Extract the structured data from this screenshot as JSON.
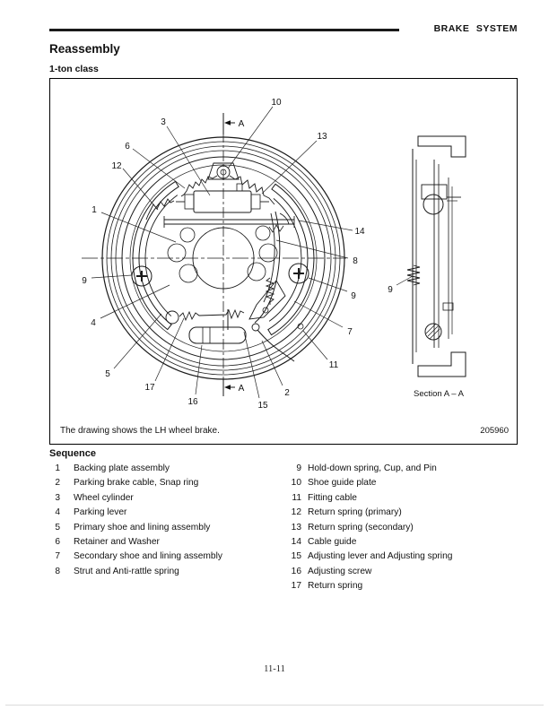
{
  "header": {
    "title": "BRAKE SYSTEM"
  },
  "headings": {
    "main": "Reassembly",
    "sub": "1-ton class"
  },
  "figure": {
    "caption": "The drawing shows the LH wheel brake.",
    "figure_number": "205960",
    "section_label": "Section A – A",
    "section_marker": "A",
    "callouts": {
      "n1": "1",
      "n2": "2",
      "n3": "3",
      "n4": "4",
      "n5": "5",
      "n6": "6",
      "n7": "7",
      "n8": "8",
      "n9": "9",
      "n10": "10",
      "n11": "11",
      "n12": "12",
      "n13": "13",
      "n14": "14",
      "n15": "15",
      "n16": "16",
      "n17": "17",
      "a": "A"
    }
  },
  "sequence": {
    "heading": "Sequence",
    "items": [
      {
        "num": "1",
        "label": "Backing plate assembly"
      },
      {
        "num": "2",
        "label": "Parking brake cable, Snap ring"
      },
      {
        "num": "3",
        "label": "Wheel cylinder"
      },
      {
        "num": "4",
        "label": "Parking lever"
      },
      {
        "num": "5",
        "label": "Primary shoe and lining assembly"
      },
      {
        "num": "6",
        "label": "Retainer and Washer"
      },
      {
        "num": "7",
        "label": "Secondary shoe and lining assembly"
      },
      {
        "num": "8",
        "label": "Strut and Anti-rattle spring"
      },
      {
        "num": "9",
        "label": "Hold-down spring, Cup, and Pin"
      },
      {
        "num": "10",
        "label": "Shoe guide plate"
      },
      {
        "num": "11",
        "label": "Fitting cable"
      },
      {
        "num": "12",
        "label": "Return spring (primary)"
      },
      {
        "num": "13",
        "label": "Return spring (secondary)"
      },
      {
        "num": "14",
        "label": "Cable guide"
      },
      {
        "num": "15",
        "label": "Adjusting lever and Adjusting spring"
      },
      {
        "num": "16",
        "label": "Adjusting screw"
      },
      {
        "num": "17",
        "label": "Return spring"
      }
    ]
  },
  "footer": {
    "page_number": "11-11"
  }
}
